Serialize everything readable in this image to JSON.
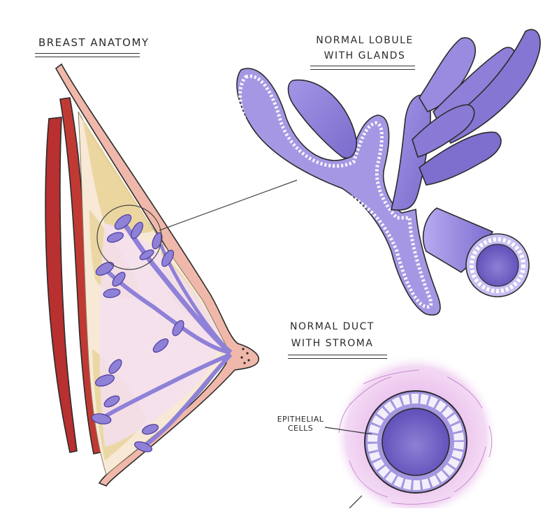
{
  "labels": {
    "breast_anatomy": "BREAST ANATOMY",
    "lobule_line1": "NORMAL LOBULE",
    "lobule_line2": "WITH GLANDS",
    "duct_line1": "NORMAL DUCT",
    "duct_line2": "WITH STROMA",
    "epithelial_line1": "EPITHELIAL",
    "epithelial_line2": "CELLS"
  },
  "colors": {
    "muscle": "#b8302f",
    "skin": "#f0b8aa",
    "fat": "#e9d49a",
    "tissue_pink": "#f3dff0",
    "gland": "#8f80d8",
    "gland_dark": "#6f5fc4",
    "stroma": "#e2b5e6",
    "ink": "#2b2b2b"
  }
}
